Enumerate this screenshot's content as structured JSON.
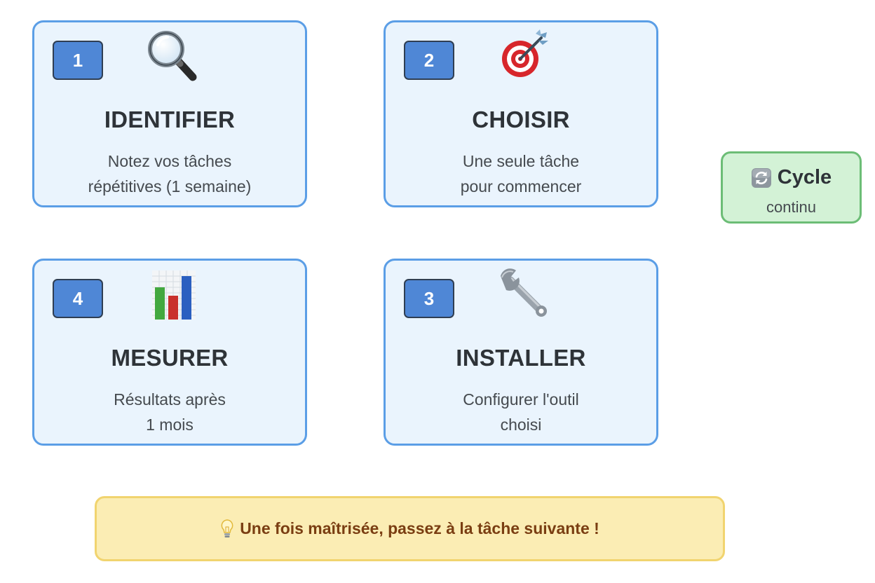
{
  "steps": [
    {
      "number": "1",
      "title": "IDENTIFIER",
      "desc_line1": "Notez vos tâches",
      "desc_line2": "répétitives (1 semaine)",
      "icon": "magnifying-glass-icon"
    },
    {
      "number": "2",
      "title": "CHOISIR",
      "desc_line1": "Une seule tâche",
      "desc_line2": "pour commencer",
      "icon": "target-dart-icon"
    },
    {
      "number": "3",
      "title": "INSTALLER",
      "desc_line1": "Configurer l'outil",
      "desc_line2": "choisi",
      "icon": "wrench-icon"
    },
    {
      "number": "4",
      "title": "MESURER",
      "desc_line1": "Résultats après",
      "desc_line2": "1 mois",
      "icon": "bar-chart-icon"
    }
  ],
  "cycle": {
    "icon": "refresh-icon",
    "title": "Cycle",
    "subtitle": "continu"
  },
  "tip": {
    "icon": "lightbulb-icon",
    "text": "Une fois maîtrisée, passez à la tâche suivante !"
  },
  "colors": {
    "card_background": "#eaf4fd",
    "card_border": "#5b9ee6",
    "badge_fill": "#4f87d6",
    "cycle_background": "#d3f2d6",
    "cycle_border": "#6cbd76",
    "tip_background": "#fbedb4",
    "tip_border": "#f1d46f",
    "tip_text": "#7a3e12"
  }
}
